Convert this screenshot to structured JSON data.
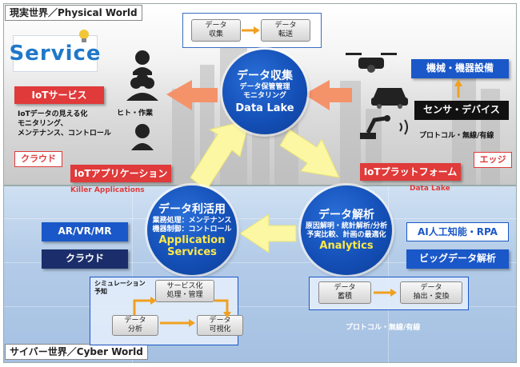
{
  "worlds": {
    "physical": "現実世界／Physical World",
    "cyber": "サイバー世界／Cyber World"
  },
  "top_flow": {
    "collect": "データ\n収集",
    "transfer": "データ\n転送"
  },
  "service_logo": "Service",
  "iot_service": {
    "title": "IoTサービス",
    "desc": "IoTデータの見える化\nモニタリング、\nメンテナンス、コントロール",
    "people_label": "ヒト・作業"
  },
  "cloud_top": "クラウド",
  "iot_app": {
    "title": "IoTアプリケーション",
    "sub": "Killer Applications"
  },
  "iot_platform": {
    "title": "IoTプラットフォーム",
    "sub": "Data Lake"
  },
  "edge": "エッジ",
  "equipment": "機械・機器設備",
  "sensor": "センサ・デバイス",
  "protocol_top": "プロトコル・無線/有線",
  "collect_circle": {
    "title": "データ収集",
    "sub1": "データ保管管理",
    "sub2": "モニタリング",
    "en": "Data Lake"
  },
  "util_circle": {
    "title": "データ利活用",
    "sub1": "業務処理：メンテナンス",
    "sub2": "機器制御：コントロール",
    "en1": "Application",
    "en2": "Services"
  },
  "analysis_circle": {
    "title": "データ解析",
    "sub1": "原因解明・統計解析/分析",
    "sub2": "予実比較、計画の最適化",
    "en": "Analytics"
  },
  "left_boxes": {
    "ar": "AR/VR/MR",
    "cloud": "クラウド"
  },
  "right_boxes": {
    "ai": "AI人工知能・RPA",
    "bigdata": "ビッグデータ解析"
  },
  "simulation": {
    "label": "シミュレーション\n予知",
    "servicize": "サービス化\n処理・管理",
    "analyze": "データ\n分析",
    "visualize": "データ\n可視化"
  },
  "storage": {
    "store": "データ\n蓄積",
    "extract": "データ\n抽出・変換",
    "protocol": "プロトコル・無線/有線"
  },
  "colors": {
    "blue": "#1a57c8",
    "red": "#e03a3a",
    "yellow": "#fbf7a2",
    "salmon": "#f4926a"
  }
}
